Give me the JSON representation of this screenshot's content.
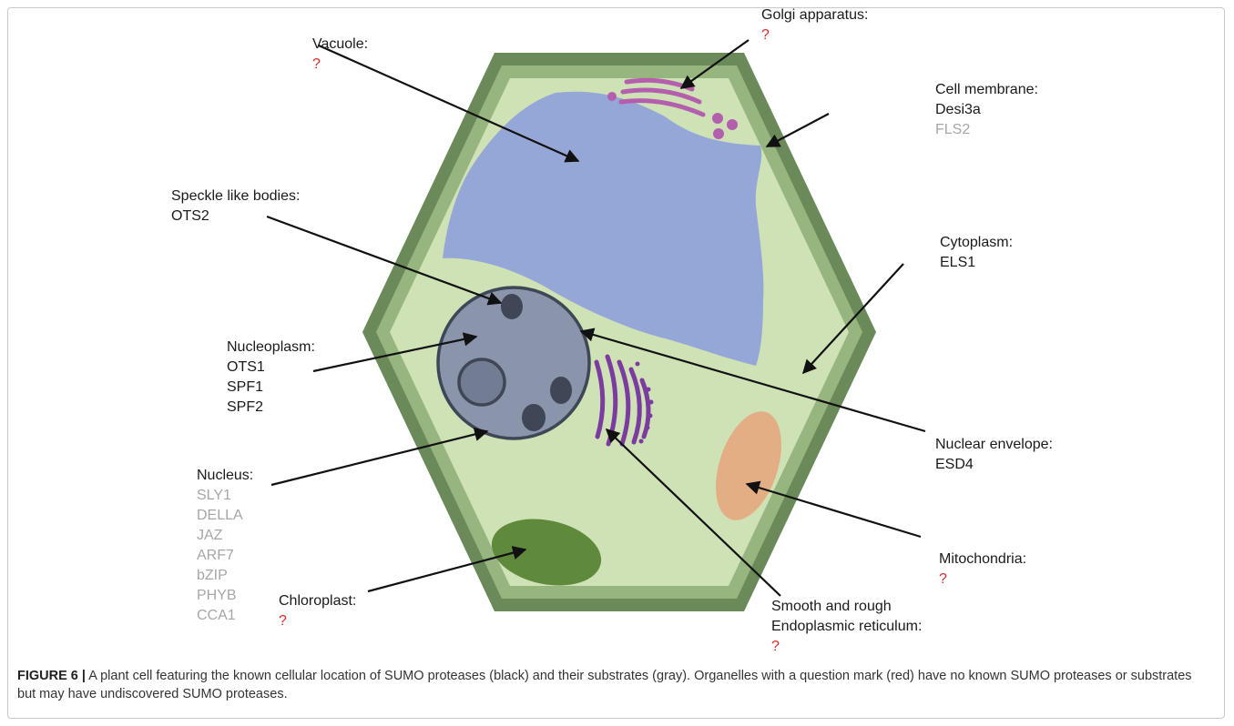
{
  "labels": {
    "vacuole": {
      "title": "Vacuole:",
      "q": "?"
    },
    "golgi": {
      "title": "Golgi apparatus:",
      "q": "?"
    },
    "membrane": {
      "title": "Cell membrane:",
      "black": [
        "Desi3a"
      ],
      "gray": [
        "FLS2"
      ]
    },
    "speckle": {
      "title": "Speckle like bodies:",
      "black": [
        "OTS2"
      ]
    },
    "cytoplasm": {
      "title": "Cytoplasm:",
      "black": [
        "ELS1"
      ]
    },
    "nucleoplasm": {
      "title": "Nucleoplasm:",
      "black": [
        "OTS1",
        "SPF1",
        "SPF2"
      ]
    },
    "envelope": {
      "title": "Nuclear envelope:",
      "black": [
        "ESD4"
      ]
    },
    "nucleus": {
      "title": "Nucleus:",
      "gray": [
        "SLY1",
        "DELLA",
        "JAZ",
        "ARF7",
        "bZIP",
        "PHYB",
        "CCA1"
      ]
    },
    "mitochondria": {
      "title": "Mitochondria:",
      "q": "?"
    },
    "chloroplast": {
      "title": "Chloroplast:",
      "q": "?"
    },
    "er": {
      "title1": "Smooth and rough",
      "title2": "Endoplasmic reticulum:",
      "q": "?"
    }
  },
  "caption": {
    "figure_label": "FIGURE 6 |",
    "text": "A plant cell featuring the known cellular location of SUMO proteases (black) and their substrates (gray). Organelles with a question mark (red) have no known SUMO proteases or substrates but may have undiscovered SUMO proteases."
  },
  "colors": {
    "cell_wall_outer": "#6b8a5a",
    "cell_wall_inner": "#97b57f",
    "cytoplasm": "#cfe2b5",
    "vacuole": "#95a7d6",
    "nucleus": "#8a94aa",
    "nucleolus": "#727c92",
    "speckle": "#3f4656",
    "golgi": "#b45fae",
    "er": "#7b3ca0",
    "mitochondria": "#e3ae83",
    "chloroplast": "#5f8a3c",
    "substrate_gray": "#a6a6a6",
    "unknown_red": "#d42a2a"
  }
}
